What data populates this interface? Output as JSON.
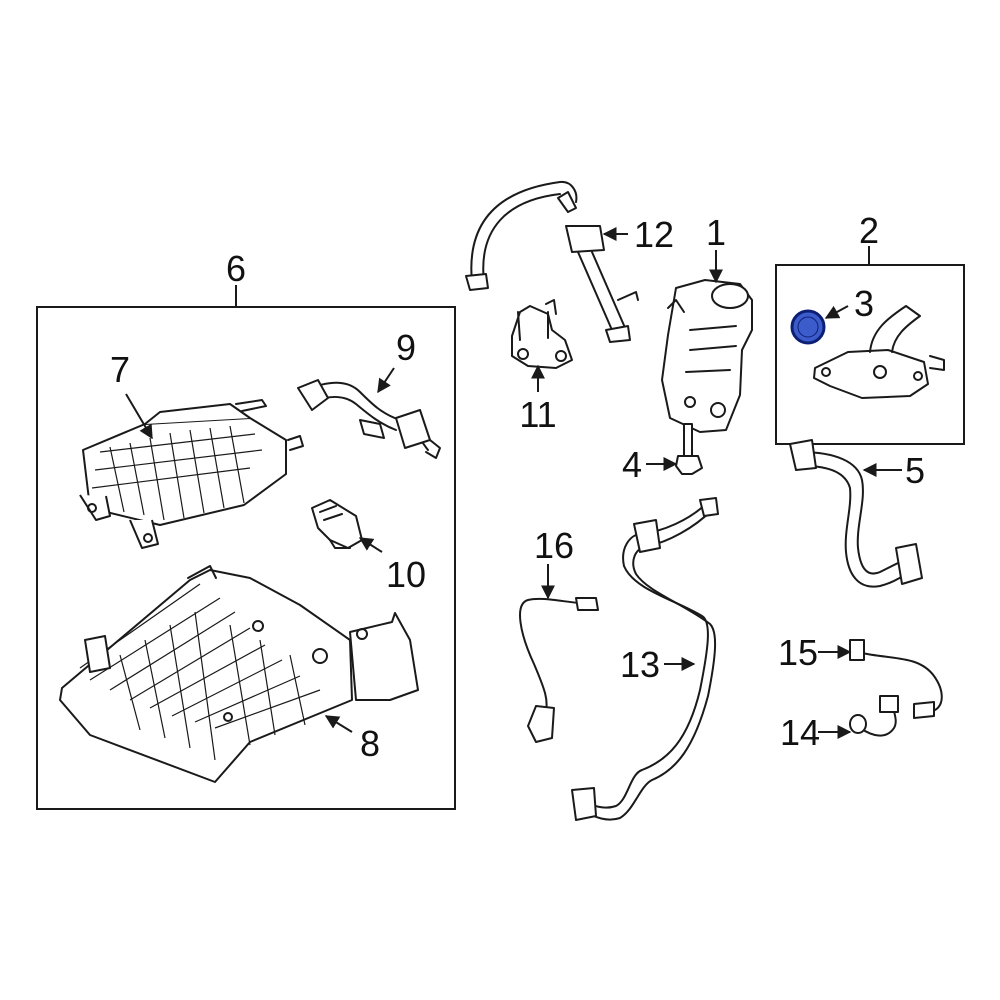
{
  "callouts": {
    "c1": "1",
    "c2": "2",
    "c3": "3",
    "c4": "4",
    "c5": "5",
    "c6": "6",
    "c7": "7",
    "c8": "8",
    "c9": "9",
    "c10": "10",
    "c11": "11",
    "c12": "12",
    "c13": "13",
    "c14": "14",
    "c15": "15",
    "c16": "16"
  },
  "colors": {
    "line": "#1a1a1a",
    "highlight_fill": "#3c5ccc",
    "highlight_stroke": "#0d1f73",
    "background": "#ffffff"
  }
}
